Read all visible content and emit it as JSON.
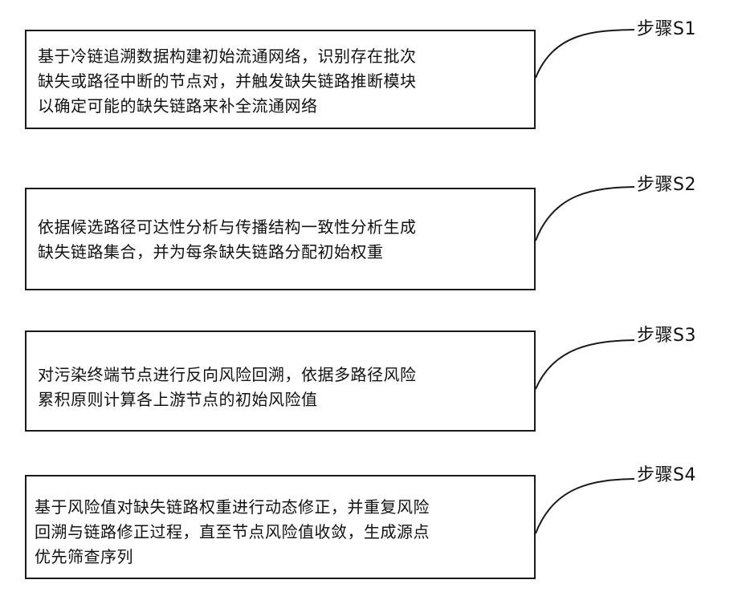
{
  "steps": [
    {
      "label": "步骤S1",
      "lines": [
        "基于冷链追溯数据构建初始流通网络，识别存在批次",
        "缺失或路径中断的节点对，并触发缺失链路推断模块",
        "以确定可能的缺失链路来补全流通网络"
      ]
    },
    {
      "label": "步骤S2",
      "lines": [
        "依据候选路径可达性分析与传播结构一致性分析生成",
        "缺失链路集合，并为每条缺失链路分配初始权重"
      ]
    },
    {
      "label": "步骤S3",
      "lines": [
        "对污染终端节点进行反向风险回溯，依据多路径风险",
        "累积原则计算各上游节点的初始风险值"
      ]
    },
    {
      "label": "步骤S4",
      "lines": [
        "基于风险值对缺失链路权重进行动态修正，并重复风险",
        "回溯与链路修正过程，直至节点风险值收敛，生成源点",
        "优先筛查序列"
      ]
    }
  ]
}
